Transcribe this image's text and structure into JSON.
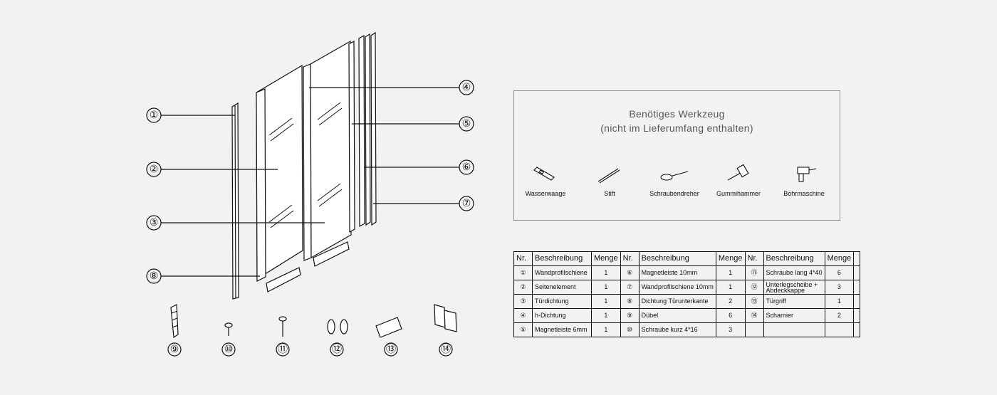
{
  "callouts": [
    "①",
    "②",
    "③",
    "④",
    "⑤",
    "⑥",
    "⑦",
    "⑧",
    "⑨",
    "⑩",
    "⑪",
    "⑫",
    "⑬",
    "⑭"
  ],
  "tools": {
    "title_line1": "Benötiges Werkzeug",
    "title_line2": "(nicht im Lieferumfang enthalten)",
    "items": [
      {
        "label": "Wasserwaage",
        "icon": "spirit-level-icon"
      },
      {
        "label": "Stift",
        "icon": "pencil-icon"
      },
      {
        "label": "Schraubendreher",
        "icon": "screwdriver-icon"
      },
      {
        "label": "Gummihammer",
        "icon": "rubber-mallet-icon"
      },
      {
        "label": "Bohrmaschine",
        "icon": "drill-icon"
      }
    ]
  },
  "parts_table": {
    "headers": {
      "nr": "Nr.",
      "desc": "Beschreibung",
      "qty": "Menge"
    },
    "col1": [
      {
        "nr": "①",
        "desc": "Wandprofilschiene",
        "qty": "1"
      },
      {
        "nr": "②",
        "desc": "Seitenelement",
        "qty": "1"
      },
      {
        "nr": "③",
        "desc": "Türdichtung",
        "qty": "1"
      },
      {
        "nr": "④",
        "desc": "h-Dichtung",
        "qty": "1"
      },
      {
        "nr": "⑤",
        "desc": "Magnetleiste 6mm",
        "qty": "1"
      }
    ],
    "col2": [
      {
        "nr": "⑥",
        "desc": "Magnetleiste 10mm",
        "qty": "1"
      },
      {
        "nr": "⑦",
        "desc": "Wandprofilschiene 10mm",
        "qty": "1"
      },
      {
        "nr": "⑧",
        "desc": "Dichtung Türunterkante",
        "qty": "2"
      },
      {
        "nr": "⑨",
        "desc": "Dübel",
        "qty": "6"
      },
      {
        "nr": "⑩",
        "desc": "Schraube kurz 4*16",
        "qty": "3"
      }
    ],
    "col3": [
      {
        "nr": "⑪",
        "desc": "Schraube lang 4*40",
        "qty": "6"
      },
      {
        "nr": "⑫",
        "desc": "Unterlegscheibe + Abdeckkappe",
        "qty": "3"
      },
      {
        "nr": "⑬",
        "desc": "Türgriff",
        "qty": "1"
      },
      {
        "nr": "⑭",
        "desc": "Scharnier",
        "qty": "2"
      },
      {
        "nr": "",
        "desc": "",
        "qty": ""
      }
    ]
  }
}
